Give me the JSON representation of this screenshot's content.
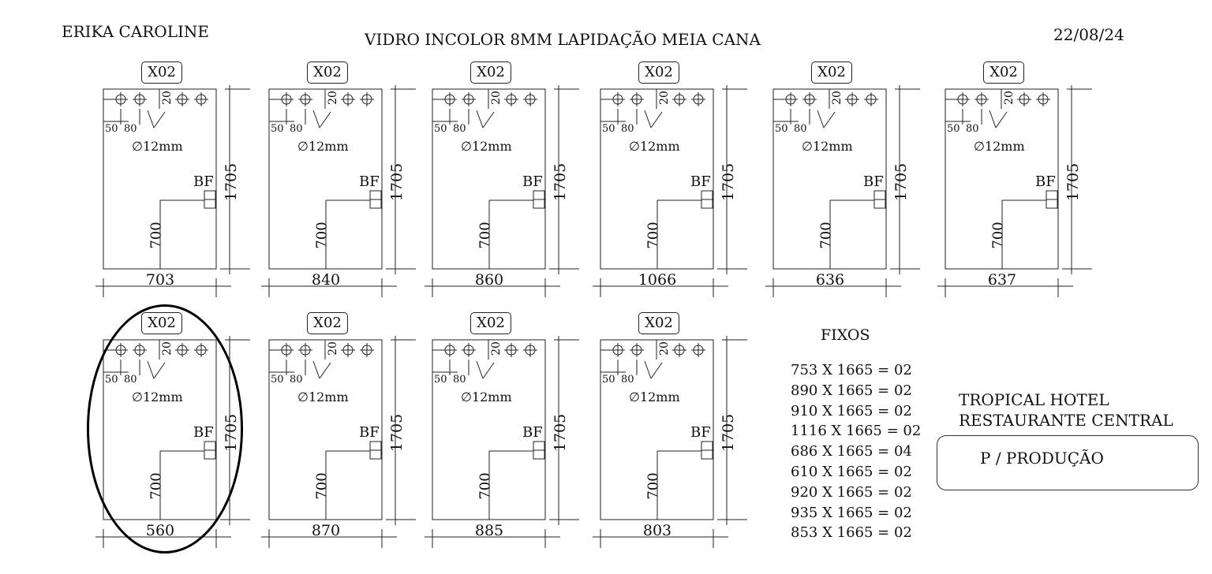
{
  "header": {
    "client": "ERIKA CAROLINE",
    "title": "VIDRO INCOLOR 8MM  LAPIDAÇÃO MEIA CANA",
    "date": "22/08/24"
  },
  "panels": [
    {
      "qty": "X02",
      "width": "703",
      "height": "1705",
      "handle": "700",
      "tag": "BF",
      "hole": "∅12mm",
      "offset1": "50",
      "offset2": "80",
      "edge": "20"
    },
    {
      "qty": "X02",
      "width": "840",
      "height": "1705",
      "handle": "700",
      "tag": "BF",
      "hole": "∅12mm",
      "offset1": "50",
      "offset2": "80",
      "edge": "20"
    },
    {
      "qty": "X02",
      "width": "860",
      "height": "1705",
      "handle": "700",
      "tag": "BF",
      "hole": "∅12mm",
      "offset1": "50",
      "offset2": "80",
      "edge": "20"
    },
    {
      "qty": "X02",
      "width": "1066",
      "height": "1705",
      "handle": "700",
      "tag": "BF",
      "hole": "∅12mm",
      "offset1": "50",
      "offset2": "80",
      "edge": "20"
    },
    {
      "qty": "X02",
      "width": "636",
      "height": "1705",
      "handle": "700",
      "tag": "BF",
      "hole": "∅12mm",
      "offset1": "50",
      "offset2": "80",
      "edge": "20"
    },
    {
      "qty": "X02",
      "width": "637",
      "height": "1705",
      "handle": "700",
      "tag": "BF",
      "hole": "∅12mm",
      "offset1": "50",
      "offset2": "80",
      "edge": "20"
    },
    {
      "qty": "X02",
      "width": "560",
      "height": "1705",
      "handle": "700",
      "tag": "BF",
      "hole": "∅12mm",
      "offset1": "50",
      "offset2": "80",
      "edge": "20"
    },
    {
      "qty": "X02",
      "width": "870",
      "height": "1705",
      "handle": "700",
      "tag": "BF",
      "hole": "∅12mm",
      "offset1": "50",
      "offset2": "80",
      "edge": "20"
    },
    {
      "qty": "X02",
      "width": "885",
      "height": "1705",
      "handle": "700",
      "tag": "BF",
      "hole": "∅12mm",
      "offset1": "50",
      "offset2": "80",
      "edge": "20"
    },
    {
      "qty": "X02",
      "width": "803",
      "height": "1705",
      "handle": "700",
      "tag": "BF",
      "hole": "∅12mm",
      "offset1": "50",
      "offset2": "80",
      "edge": "20"
    }
  ],
  "fixos": {
    "title": "FIXOS",
    "items": [
      "753 X 1665 = 02",
      "890 X 1665 = 02",
      "910 X 1665 = 02",
      "1116 X 1665 = 02",
      "686 X 1665 = 04",
      "610 X 1665 = 02",
      "920 X 1665 = 02",
      "935 X 1665 = 02",
      "853 X 1665 = 02"
    ]
  },
  "project": {
    "line1": "TROPICAL HOTEL",
    "line2": "RESTAURANTE CENTRAL"
  },
  "production_label": "P / PRODUÇÃO"
}
